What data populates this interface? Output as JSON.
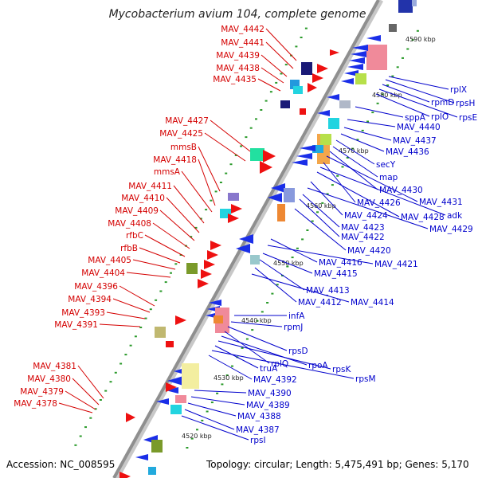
{
  "title": "Mycobacterium avium 104, complete genome",
  "footer": {
    "accession": "Accession: NC_008595",
    "summary": "Topology: circular; Length: 5,475,491 bp; Genes: 5,170"
  },
  "colors": {
    "left_label": "#d40000",
    "right_label": "#0000cc",
    "backbone": "#9a9a9a",
    "forward_arrow": "#ee1111",
    "reverse_arrow": "#1a2ee8",
    "tick_dot": "#2a9a2a"
  },
  "kbp_ticks": [
    "4590 kbp",
    "4580 kbp",
    "4570 kbp",
    "4560 kbp",
    "4550 kbp",
    "4540 kbp",
    "4530 kbp",
    "4520 kbp"
  ],
  "left_labels": [
    "MAV_4442",
    "MAV_4441",
    "MAV_4439",
    "MAV_4438",
    "MAV_4435",
    "MAV_4427",
    "MAV_4425",
    "mmsB",
    "MAV_4418",
    "mmsA",
    "MAV_4411",
    "MAV_4410",
    "MAV_4409",
    "MAV_4408",
    "rfbC",
    "rfbB",
    "MAV_4405",
    "MAV_4404",
    "MAV_4396",
    "MAV_4394",
    "MAV_4393",
    "MAV_4391",
    "MAV_4381",
    "MAV_4380",
    "MAV_4379",
    "MAV_4378"
  ],
  "right_labels": [
    "rplX",
    "rpsH",
    "rpmD",
    "rpsE",
    "rplO",
    "sppA",
    "MAV_4440",
    "MAV_4437",
    "MAV_4436",
    "secY",
    "map",
    "MAV_4430",
    "MAV_4431",
    "MAV_4426",
    "adk",
    "MAV_4428",
    "MAV_4424",
    "MAV_4429",
    "MAV_4423",
    "MAV_4422",
    "MAV_4420",
    "MAV_4416",
    "MAV_4421",
    "MAV_4415",
    "MAV_4413",
    "MAV_4412",
    "MAV_4414",
    "infA",
    "rpmJ",
    "rpsD",
    "rplQ",
    "rpoA",
    "rpsK",
    "truA",
    "rpsM",
    "MAV_4392",
    "MAV_4390",
    "MAV_4389",
    "MAV_4388",
    "MAV_4387",
    "rpsI"
  ]
}
